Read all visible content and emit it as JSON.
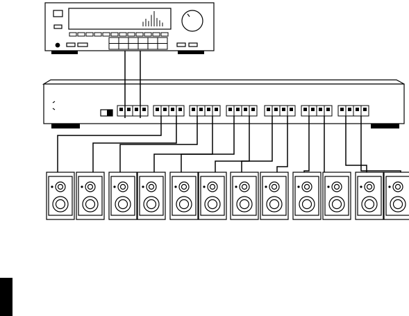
{
  "diagram": {
    "receiver": {
      "label": "",
      "eq_bar_levels": [
        0.3,
        0.5,
        0.35,
        0.75,
        1.0,
        0.55,
        0.4,
        0.25
      ]
    },
    "selector": {
      "label": "",
      "input_group_count": 1,
      "output_group_count": 6,
      "terminals_per_group": 4
    },
    "speaker_pairs": [
      {
        "zone": 1,
        "speakers": 2
      },
      {
        "zone": 2,
        "speakers": 2
      },
      {
        "zone": 3,
        "speakers": 2
      },
      {
        "zone": 4,
        "speakers": 2
      },
      {
        "zone": 5,
        "speakers": 2
      },
      {
        "zone": 6,
        "speakers": 2
      }
    ],
    "colors": {
      "line": "#000000",
      "background": "#ffffff",
      "side_tab": "#000000"
    }
  }
}
